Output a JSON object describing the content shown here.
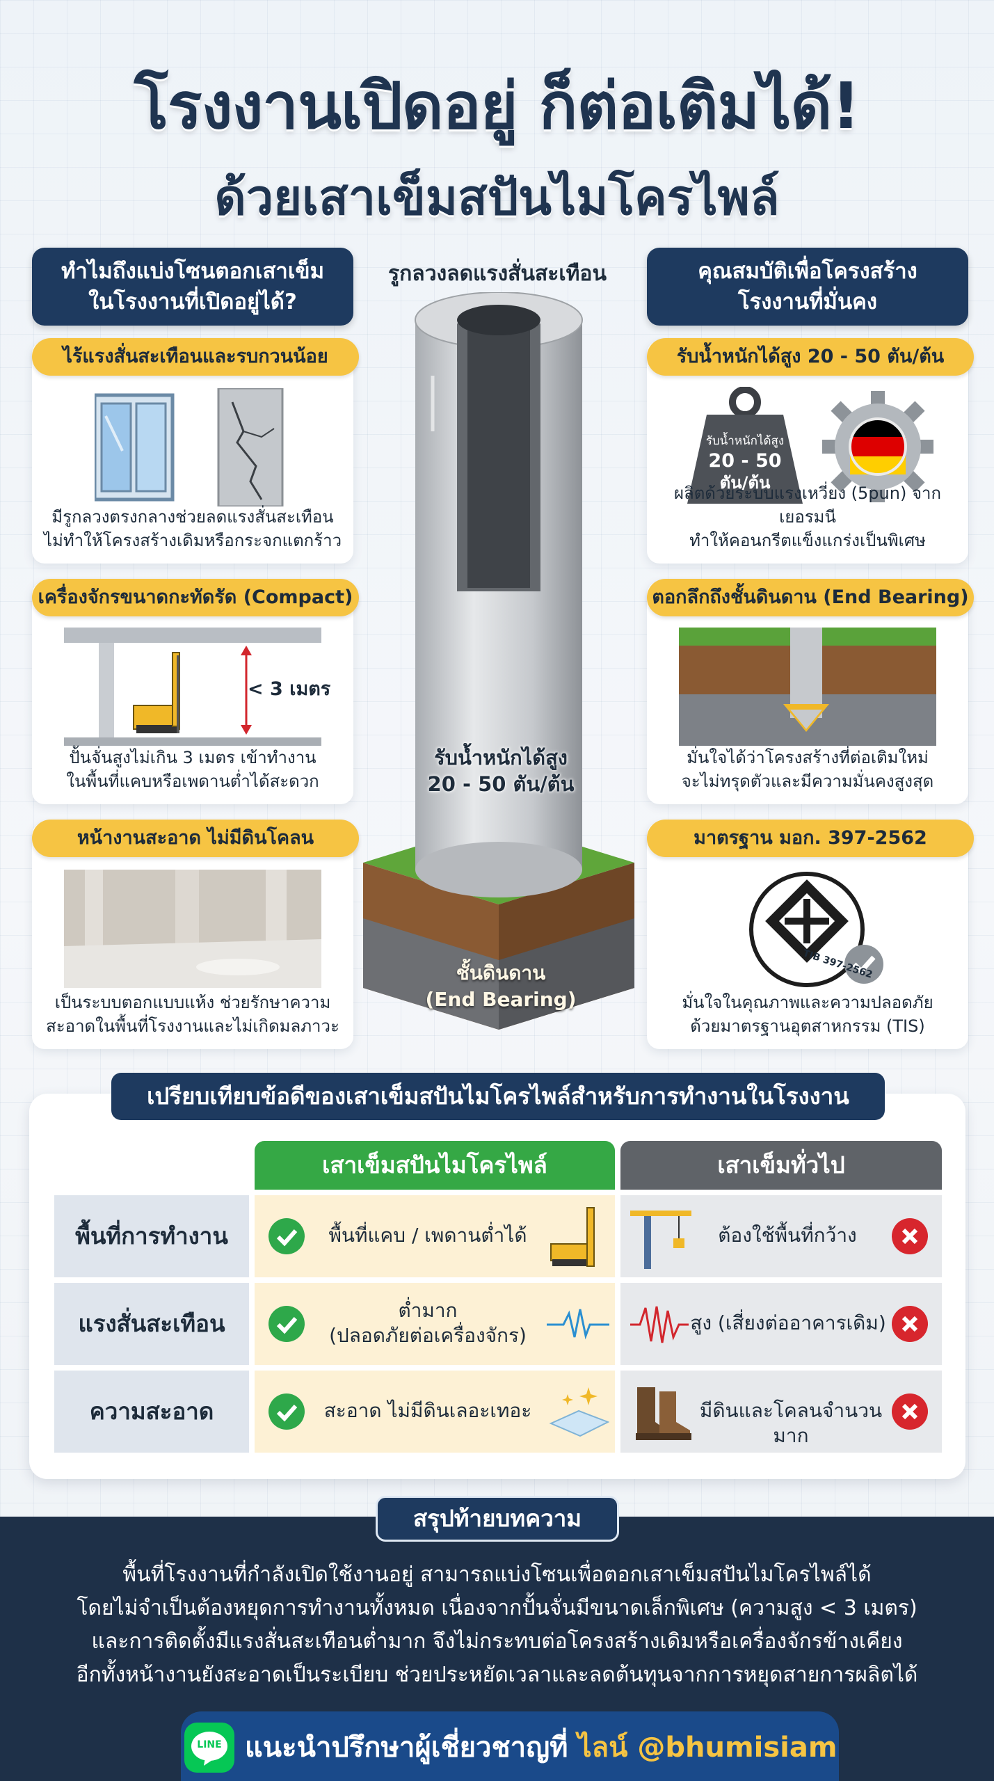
{
  "title": {
    "line1": "โรงงานเปิดอยู่ ก็ต่อเติมได้!",
    "line2": "ด้วยเสาเข็มสปันไมโครไพล์"
  },
  "left": {
    "header_line1": "ทำไมถึงแบ่งโซนตอกเสาเข็ม",
    "header_line2": "ในโรงงานที่เปิดอยู่ได้?",
    "cards": [
      {
        "pill": "ไร้แรงสั่นสะเทือนและรบกวนน้อย",
        "text1": "มีรูกลวงตรงกลางช่วยลดแรงสั่นสะเทือน",
        "text2": "ไม่ทำให้โครงสร้างเดิมหรือกระจกแตกร้าว"
      },
      {
        "pill": "เครื่องจักรขนาดกะทัดรัด (Compact)",
        "height_label": "< 3 เมตร",
        "text1": "ปั้นจั่นสูงไม่เกิน 3 เมตร เข้าทำงาน",
        "text2": "ในพื้นที่แคบหรือเพดานต่ำได้สะดวก"
      },
      {
        "pill": "หน้างานสะอาด ไม่มีดินโคลน",
        "text1": "เป็นระบบตอกแบบแห้ง ช่วยรักษาความ",
        "text2": "สะอาดในพื้นที่โรงงานและไม่เกิดมลภาวะ"
      }
    ]
  },
  "center": {
    "caption": "รูกลวงลดแรงสั่นสะเทือน",
    "load_line1": "รับน้ำหนักได้สูง",
    "load_line2": "20 - 50 ตัน/ต้น",
    "soil_line1": "ชั้นดินดาน",
    "soil_line2": "(End Bearing)"
  },
  "right": {
    "header_line1": "คุณสมบัติเพื่อโครงสร้าง",
    "header_line2": "โรงงานที่มั่นคง",
    "cards": [
      {
        "pill": "รับน้ำหนักได้สูง 20 - 50 ตัน/ต้น",
        "weight_small": "รับน้ำหนักได้สูง",
        "weight_big1": "20 - 50",
        "weight_big2": "ตัน/ต้น",
        "text1": "ผลิตด้วยระบบแรงเหวี่ยง (5pun) จากเยอรมนี",
        "text2": "ทำให้คอนกรีตแข็งแกร่งเป็นพิเศษ"
      },
      {
        "pill": "ตอกลึกถึงชั้นดินดาน (End Bearing)",
        "text1": "มั่นใจได้ว่าโครงสร้างที่ต่อเติมใหม่",
        "text2": "จะไม่ทรุดตัวและมีความมั่นคงสูงสุด"
      },
      {
        "pill": "มาตรฐาน มอก. 397-2562",
        "seal_text": "TIB 397-2562",
        "text1": "มั่นใจในคุณภาพและความปลอดภัย",
        "text2": "ด้วยมาตรฐานอุตสาหกรรม (TIS)"
      }
    ]
  },
  "comparison": {
    "title": "เปรียบเทียบข้อดีของเสาเข็มสปันไมโครไพล์สำหรับการทำงานในโรงงาน",
    "col_spun": "เสาเข็มสปันไมโครไพล์",
    "col_general": "เสาเข็มทั่วไป",
    "colors": {
      "spun": "#35a845",
      "general": "#5f6368"
    },
    "rows": [
      {
        "label": "พื้นที่การทำงาน",
        "spun": "พื้นที่แคบ / เพดานต่ำได้",
        "spun2": "",
        "general": "ต้องใช้พื้นที่กว้าง"
      },
      {
        "label": "แรงสั่นสะเทือน",
        "spun": "ต่ำมาก",
        "spun2": "(ปลอดภัยต่อเครื่องจักร)",
        "general": "สูง (เสี่ยงต่ออาคารเดิม)"
      },
      {
        "label": "ความสะอาด",
        "spun": "สะอาด ไม่มีดินเลอะเทอะ",
        "spun2": "",
        "general": "มีดินและโคลนจำนวนมาก"
      }
    ]
  },
  "summary": {
    "tag": "สรุปท้ายบทความ",
    "lines": [
      "พื้นที่โรงงานที่กำลังเปิดใช้งานอยู่ สามารถแบ่งโซนเพื่อตอกเสาเข็มสปันไมโครไพล์ได้",
      "โดยไม่จำเป็นต้องหยุดการทำงานทั้งหมด เนื่องจากปั้นจั่นมีขนาดเล็กพิเศษ (ความสูง < 3 เมตร)",
      "และการติดตั้งมีแรงสั่นสะเทือนต่ำมาก จึงไม่กระทบต่อโครงสร้างเดิมหรือเครื่องจักรข้างเคียง",
      "อีกทั้งหน้างานยังสะอาดเป็นระเบียบ ช่วยประหยัดเวลาและลดต้นทุนจากการหยุดสายการผลิตได้"
    ]
  },
  "cta": {
    "logo_text": "LINE",
    "text": "แนะนำปรึกษาผู้เชี่ยวชาญที่",
    "handle": "ไลน์ @bhumisiam"
  }
}
